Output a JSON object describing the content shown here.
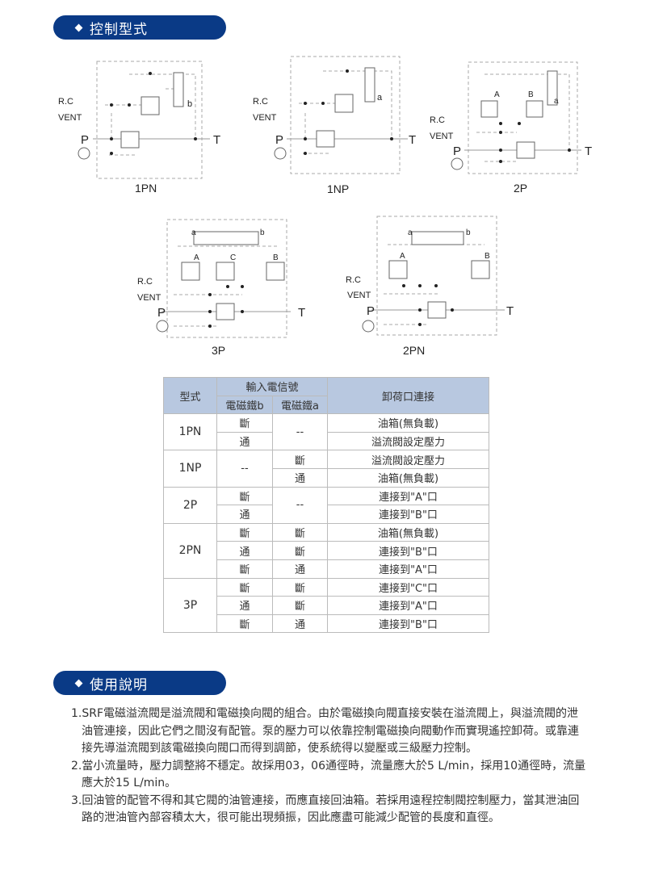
{
  "sections": {
    "control_type_title": "控制型式",
    "usage_title": "使用說明"
  },
  "diagram_labels": {
    "rc": "R.C",
    "vent": "VENT",
    "p": "P",
    "t": "T"
  },
  "diagrams": [
    {
      "caption": "1PN",
      "solenoid": "b"
    },
    {
      "caption": "1NP",
      "solenoid": "a"
    },
    {
      "caption": "2P",
      "port_a": "A",
      "port_b": "B",
      "solenoid": "a"
    },
    {
      "caption": "3P",
      "sol_a": "a",
      "sol_b": "b",
      "port_a": "A",
      "port_c": "C",
      "port_b": "B"
    },
    {
      "caption": "2PN",
      "sol_a": "a",
      "sol_b": "b",
      "port_a": "A",
      "port_b": "B"
    }
  ],
  "table": {
    "headers": {
      "type": "型式",
      "input_signal": "輸入電信號",
      "solenoid_b": "電磁鐵b",
      "solenoid_a": "電磁鐵a",
      "unload_port": "卸荷口連接"
    },
    "groups": [
      {
        "type": "1PN",
        "merged": "a",
        "merged_value": "--",
        "rows": [
          {
            "b": "斷",
            "a": "",
            "result": "油箱(無負載)"
          },
          {
            "b": "通",
            "a": "",
            "result": "溢流閥設定壓力"
          }
        ]
      },
      {
        "type": "1NP",
        "merged": "b",
        "merged_value": "--",
        "rows": [
          {
            "b": "",
            "a": "斷",
            "result": "溢流閥設定壓力"
          },
          {
            "b": "",
            "a": "通",
            "result": "油箱(無負載)"
          }
        ]
      },
      {
        "type": "2P",
        "merged": "a",
        "merged_value": "--",
        "rows": [
          {
            "b": "斷",
            "a": "",
            "result": "連接到\"A\"口"
          },
          {
            "b": "通",
            "a": "",
            "result": "連接到\"B\"口"
          }
        ]
      },
      {
        "type": "2PN",
        "merged": null,
        "rows": [
          {
            "b": "斷",
            "a": "斷",
            "result": "油箱(無負載)"
          },
          {
            "b": "通",
            "a": "斷",
            "result": "連接到\"B\"口"
          },
          {
            "b": "斷",
            "a": "通",
            "result": "連接到\"A\"口"
          }
        ]
      },
      {
        "type": "3P",
        "merged": null,
        "rows": [
          {
            "b": "斷",
            "a": "斷",
            "result": "連接到\"C\"口"
          },
          {
            "b": "通",
            "a": "斷",
            "result": "連接到\"A\"口"
          },
          {
            "b": "斷",
            "a": "通",
            "result": "連接到\"B\"口"
          }
        ]
      }
    ]
  },
  "notes": [
    "1.SRF電磁溢流閥是溢流閥和電磁換向閥的組合。由於電磁換向閥直接安裝在溢流閥上，與溢流閥的泄油管連接，因此它們之間沒有配管。泵的壓力可以依靠控制電磁換向閥動作而實現遙控卸荷。或靠連接先導溢流閥到該電磁換向閥口而得到調節，使系統得以變壓或三級壓力控制。",
    "2.當小流量時，壓力調整將不穩定。故採用03，06通徑時，流量應大於5 L/min，採用10通徑時，流量應大於15 L/min。",
    "3.回油管的配管不得和其它閥的油管連接，而應直接回油箱。若採用遠程控制閥控制壓力，當其泄油回路的泄油管內部容積太大，很可能出現頻振，因此應盡可能減少配管的長度和直徑。"
  ]
}
